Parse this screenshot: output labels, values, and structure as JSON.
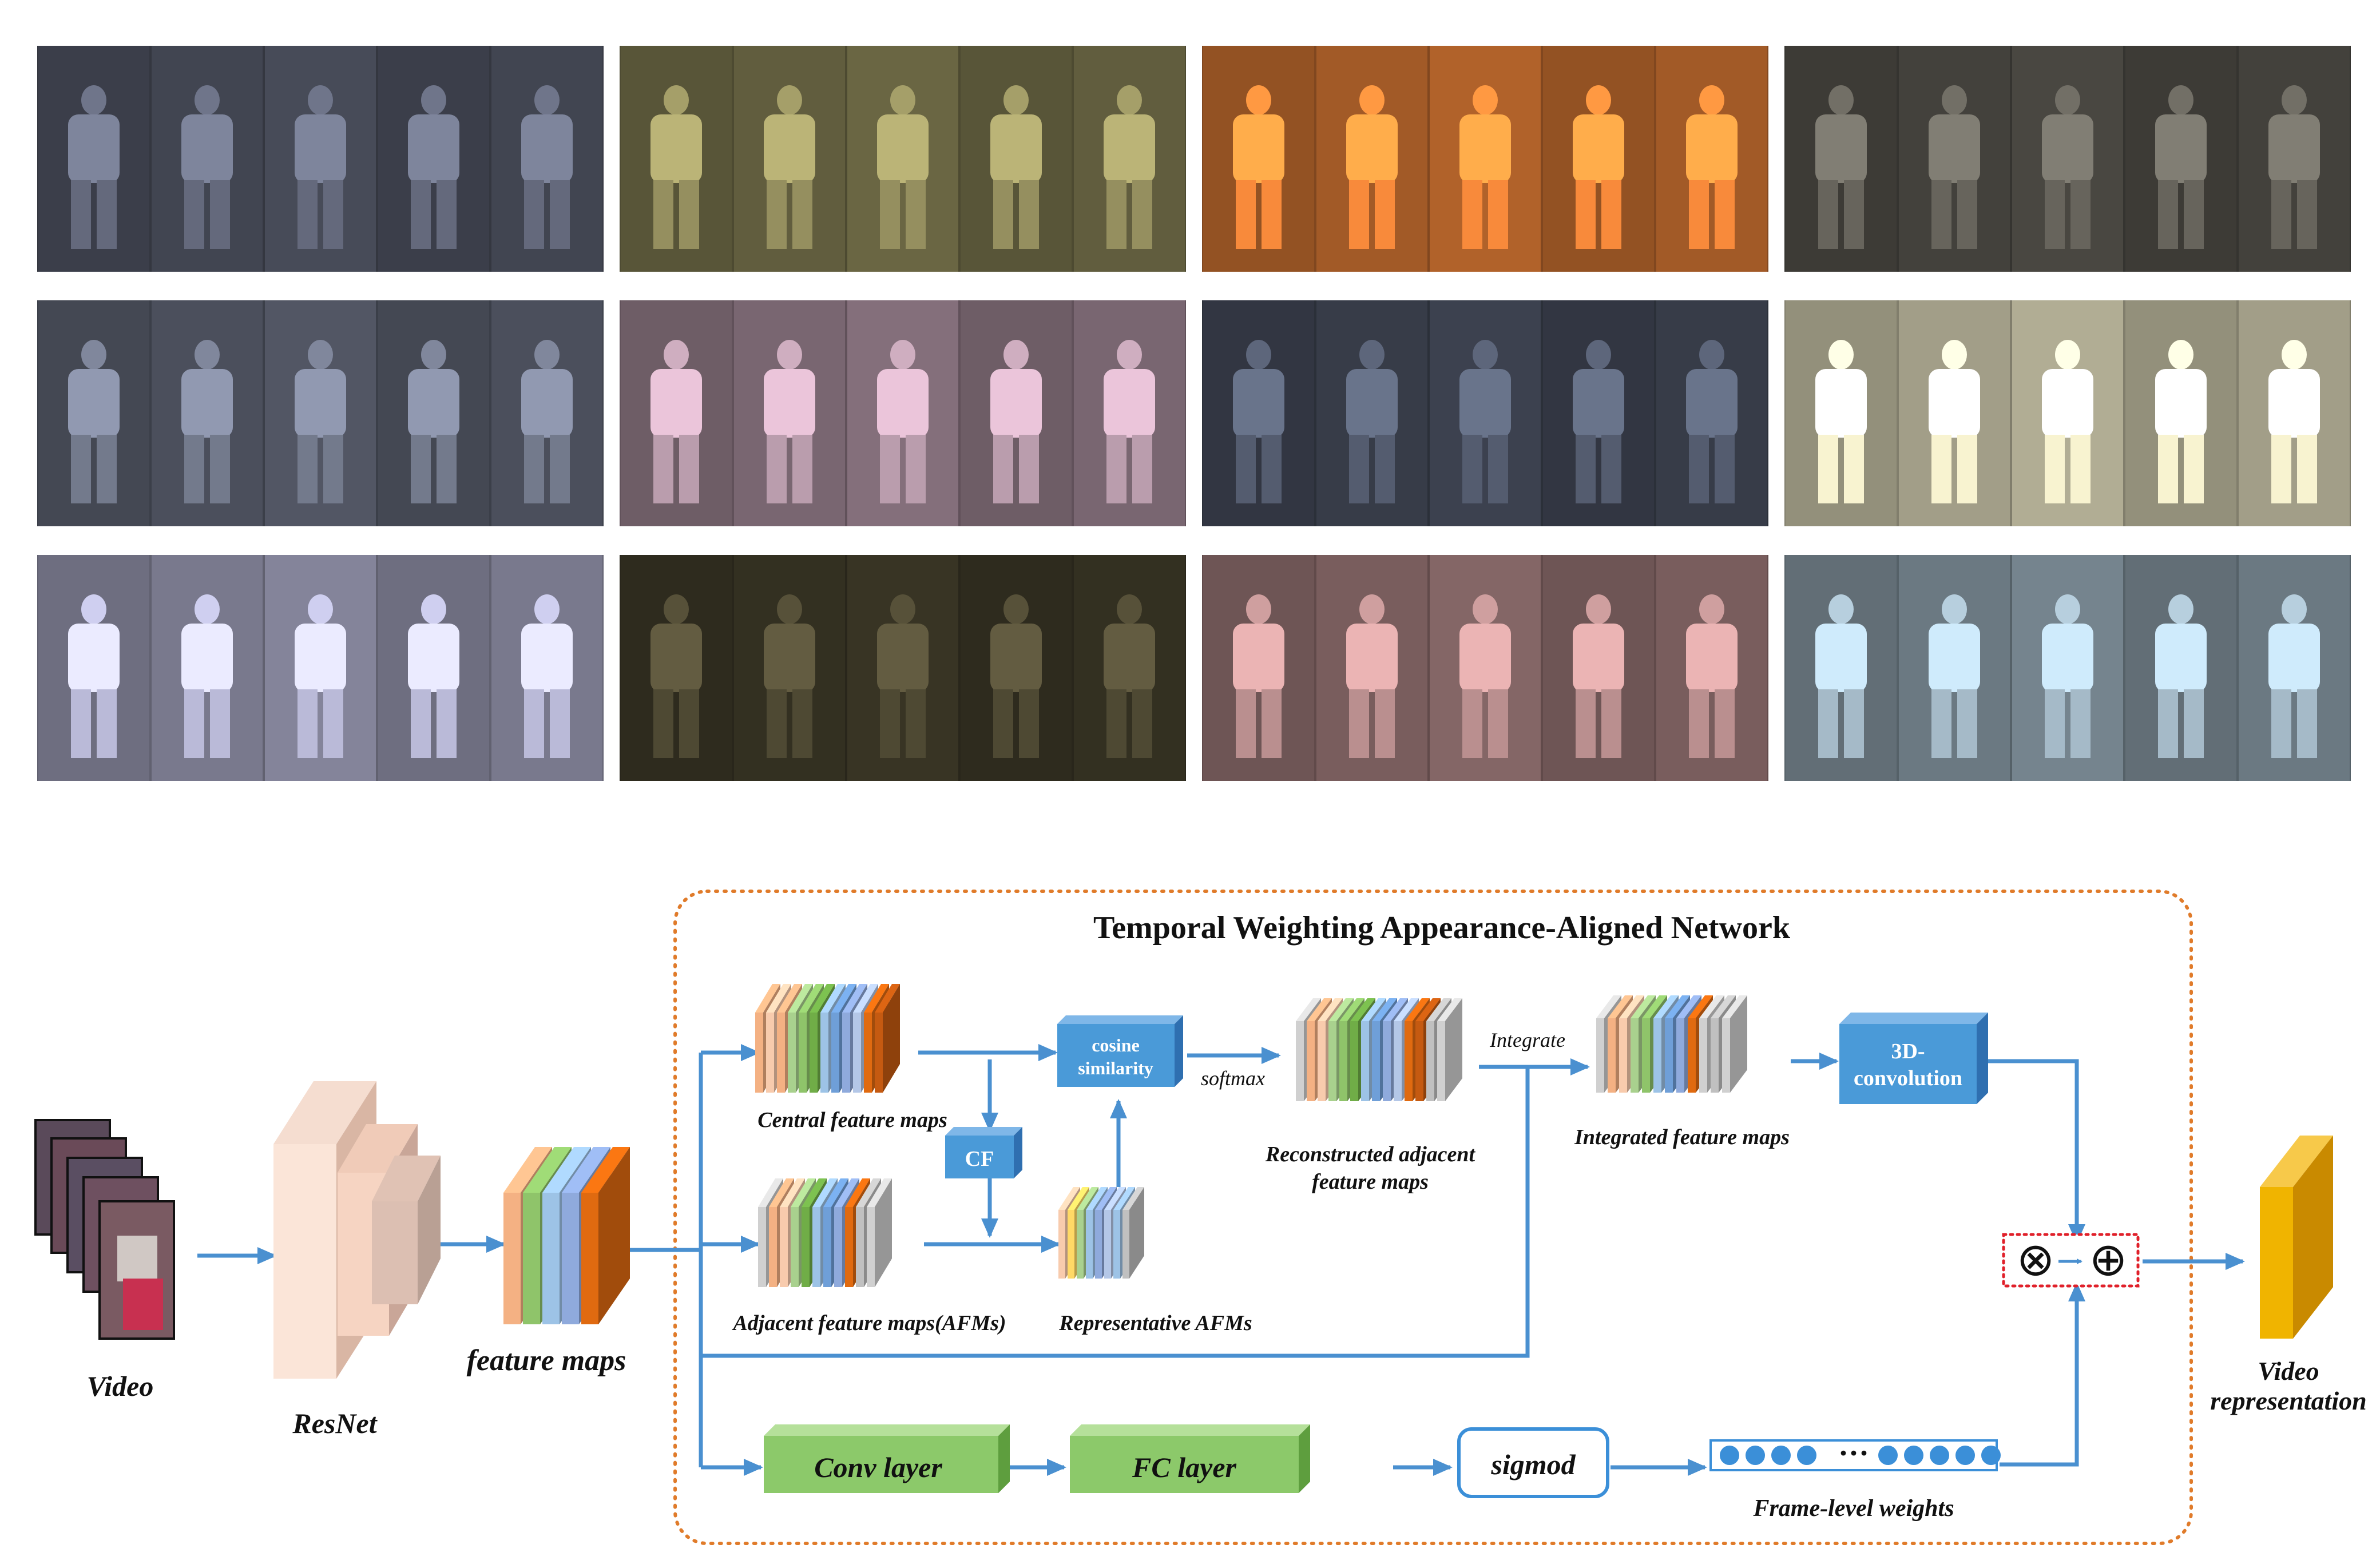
{
  "colors": {
    "flow_arrow": "#4a90d0",
    "box_blue": "#4a9ad8",
    "box_green": "#8cc96a",
    "dashed_border": "#e07b2a",
    "red_dotted": "#e0202a",
    "weight_dot": "#3b8fd8",
    "output_block": "#f0a800"
  },
  "photo_grid": {
    "rows": 3,
    "groups_per_row": 4,
    "frames_per_group": 5,
    "group_tints": [
      [
        "#4a4e5c",
        "#6e6a46",
        "#b8662c",
        "#4c4a44"
      ],
      [
        "#555a68",
        "#8a7480",
        "#3e4452",
        "#b8b49a"
      ],
      [
        "#8a8aa0",
        "#3a3626",
        "#8a6a6a",
        "#7a8a94"
      ]
    ]
  },
  "diagram": {
    "video_label": "Video",
    "resnet_label": "ResNet",
    "feature_maps_label": "feature maps",
    "network_title": "Temporal Weighting Appearance-Aligned Network",
    "central_label": "Central feature maps",
    "adjacent_label": "Adjacent feature maps(AFMs)",
    "representative_label": "Representative AFMs",
    "cf_label": "CF",
    "cosine_label_line1": "cosine",
    "cosine_label_line2": "similarity",
    "softmax_label": "softmax",
    "reconstructed_line1": "Reconstructed adjacent",
    "reconstructed_line2": "feature maps",
    "integrate_label": "Integrate",
    "integrated_label": "Integrated feature maps",
    "conv3d_line1": "3D-",
    "conv3d_line2": "convolution",
    "conv_layer_label": "Conv layer",
    "fc_layer_label": "FC layer",
    "sigmod_label": "sigmod",
    "frame_weights_label": "Frame-level weights",
    "ellipsis": "···",
    "otimes": "⊗",
    "oplus": "⊕",
    "video_rep_line1": "Video",
    "video_rep_line2": "representation"
  },
  "stacks": {
    "feature_maps": [
      "#f4b183",
      "#8fc46a",
      "#9dc3e6",
      "#8faadc",
      "#e06a10"
    ],
    "central": [
      "#f4b183",
      "#f8cbad",
      "#f4b183",
      "#a9d18e",
      "#8fc46a",
      "#70ad47",
      "#9dc3e6",
      "#6f9fd8",
      "#8faadc",
      "#b4c7e7",
      "#e06a10",
      "#c55a11"
    ],
    "adjacent": [
      "#d0d0d0",
      "#f4b183",
      "#f8cbad",
      "#a9d18e",
      "#70ad47",
      "#9dc3e6",
      "#6f9fd8",
      "#8faadc",
      "#e06a10",
      "#c0c0c0",
      "#d0d0d0"
    ],
    "representative": [
      "#f8cbad",
      "#ffd966",
      "#a9d18e",
      "#9dc3e6",
      "#8faadc",
      "#b4c7e7",
      "#9dc3e6",
      "#c0c0c0"
    ],
    "reconstructed": [
      "#d0d0d0",
      "#f4b183",
      "#f8cbad",
      "#a9d18e",
      "#8fc46a",
      "#70ad47",
      "#9dc3e6",
      "#6f9fd8",
      "#8faadc",
      "#b4c7e7",
      "#e06a10",
      "#c55a11",
      "#c0c0c0",
      "#d0d0d0"
    ],
    "integrated": [
      "#d0d0d0",
      "#f4b183",
      "#f8cbad",
      "#a9d18e",
      "#8fc46a",
      "#9dc3e6",
      "#6f9fd8",
      "#8faadc",
      "#e06a10",
      "#d0d0d0",
      "#c0c0c0",
      "#d0d0d0"
    ]
  },
  "weight_dots": 9
}
